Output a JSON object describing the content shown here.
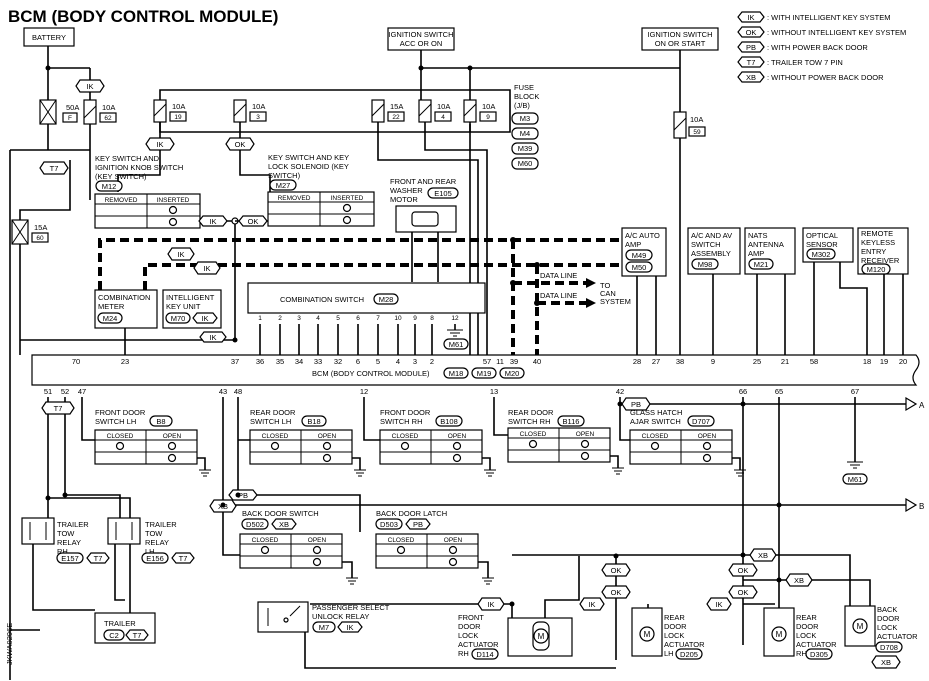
{
  "title": "BCM (BODY CONTROL MODULE)",
  "side_code": "JKWA0296E",
  "legend": [
    {
      "tag": "IK",
      "text": ": WITH INTELLIGENT KEY SYSTEM"
    },
    {
      "tag": "OK",
      "text": ": WITHOUT INTELLIGENT KEY SYSTEM"
    },
    {
      "tag": "PB",
      "text": ": WITH POWER BACK DOOR"
    },
    {
      "tag": "T7",
      "text": ": TRAILER TOW 7 PIN"
    },
    {
      "tag": "XB",
      "text": ": WITHOUT POWER BACK DOOR"
    }
  ],
  "power": {
    "battery": "BATTERY",
    "ign_acc_1": "IGNITION SWITCH",
    "ign_acc_2": "ACC OR ON",
    "ign_on_1": "IGNITION SWITCH",
    "ign_on_2": "ON OR START"
  },
  "fuse_block": {
    "l1": "FUSE",
    "l2": "BLOCK",
    "l3": "(J/B)",
    "connectors": [
      "M3",
      "M4",
      "M39",
      "M60"
    ]
  },
  "fuses": [
    {
      "amp": "50A",
      "no": "F"
    },
    {
      "amp": "10A",
      "no": "62"
    },
    {
      "amp": "10A",
      "no": "19"
    },
    {
      "amp": "10A",
      "no": "3"
    },
    {
      "amp": "15A",
      "no": "22"
    },
    {
      "amp": "10A",
      "no": "4"
    },
    {
      "amp": "10A",
      "no": "9"
    },
    {
      "amp": "10A",
      "no": "59"
    },
    {
      "amp": "15A",
      "no": "60"
    }
  ],
  "key_switch": {
    "l1": "KEY SWITCH AND",
    "l2": "IGNITION KNOB SWITCH",
    "l3": "(KEY SWITCH)",
    "conn": "M12",
    "col1": "REMOVED",
    "col2": "INSERTED"
  },
  "key_lock": {
    "l1": "KEY SWITCH AND KEY",
    "l2": "LOCK SOLENOID (KEY",
    "l3": "SWITCH)",
    "conn": "M27",
    "col1": "REMOVED",
    "col2": "INSERTED"
  },
  "washer": {
    "l1": "FRONT AND REAR",
    "l2": "WASHER",
    "l3": "MOTOR",
    "conn": "E105"
  },
  "combo_meter": {
    "l1": "COMBINATION",
    "l2": "METER",
    "conn": "M24"
  },
  "ikey_unit": {
    "l1": "INTELLIGENT",
    "l2": "KEY UNIT",
    "conn": "M70"
  },
  "combo_switch": {
    "label": "COMBINATION SWITCH",
    "conn": "M28",
    "pins_top": [
      "1",
      "2",
      "3",
      "4",
      "5",
      "6",
      "7",
      "10",
      "9",
      "8",
      "12"
    ]
  },
  "data_line": {
    "l1": "DATA LINE",
    "l2": "DATA LINE",
    "to1": "TO",
    "to2": "CAN",
    "to3": "SYSTEM"
  },
  "ground_top": "M61",
  "ground_right": "M61",
  "ac_auto": {
    "l1": "A/C AUTO",
    "l2": "AMP",
    "conn1": "M49",
    "conn2": "M50"
  },
  "ac_av": {
    "l1": "A/C AND AV",
    "l2": "SWITCH",
    "l3": "ASSEMBLY",
    "conn": "M98"
  },
  "nats": {
    "l1": "NATS",
    "l2": "ANTENNA",
    "l3": "AMP",
    "conn": "M21"
  },
  "optical": {
    "l1": "OPTICAL",
    "l2": "SENSOR",
    "conn": "M302"
  },
  "keyless": {
    "l1": "REMOTE",
    "l2": "KEYLESS",
    "l3": "ENTRY",
    "l4": "RECEIVER",
    "conn": "M120"
  },
  "bcm": {
    "label": "BCM (BODY CONTROL MODULE)",
    "c1": "M18",
    "c2": "M19",
    "c3": "M20"
  },
  "bcm_top_pins": [
    "70",
    "23",
    "37",
    "36",
    "35",
    "34",
    "33",
    "32",
    "6",
    "5",
    "4",
    "3",
    "2",
    "57",
    "11",
    "39",
    "40",
    "28",
    "27",
    "38",
    "9",
    "25",
    "21",
    "58",
    "18",
    "19",
    "20"
  ],
  "bcm_bottom_pins": [
    "51",
    "52",
    "47",
    "43",
    "48",
    "12",
    "13",
    "42",
    "66",
    "65",
    "67"
  ],
  "door_switches": [
    {
      "l1": "FRONT DOOR",
      "l2": "SWITCH LH",
      "conn": "B8",
      "c1": "CLOSED",
      "c2": "OPEN"
    },
    {
      "l1": "REAR DOOR",
      "l2": "SWITCH LH",
      "conn": "B18",
      "c1": "CLOSED",
      "c2": "OPEN"
    },
    {
      "l1": "FRONT DOOR",
      "l2": "SWITCH RH",
      "conn": "B108",
      "c1": "CLOSED",
      "c2": "OPEN"
    },
    {
      "l1": "REAR DOOR",
      "l2": "SWITCH RH",
      "conn": "B116",
      "c1": "CLOSED",
      "c2": "OPEN"
    },
    {
      "l1": "GLASS HATCH",
      "l2": "AJAR SWITCH",
      "conn": "D707",
      "c1": "CLOSED",
      "c2": "OPEN"
    }
  ],
  "back_door_switch": {
    "label": "BACK DOOR SWITCH",
    "conn": "D502",
    "tag": "XB",
    "c1": "CLOSED",
    "c2": "OPEN"
  },
  "back_door_latch": {
    "label": "BACK DOOR LATCH",
    "conn": "D503",
    "tag": "PB",
    "c1": "CLOSED",
    "c2": "OPEN"
  },
  "relay_rh": {
    "l1": "TRAILER",
    "l2": "TOW",
    "l3": "RELAY",
    "l4": "RH",
    "conn": "E157",
    "tag": "T7"
  },
  "relay_lh": {
    "l1": "TRAILER",
    "l2": "TOW",
    "l3": "RELAY",
    "l4": "LH",
    "conn": "E156",
    "tag": "T7"
  },
  "trailer": {
    "label": "TRAILER",
    "conn": "C2",
    "tag": "T7"
  },
  "pass_relay": {
    "l1": "PASSENGER SELECT",
    "l2": "UNLOCK RELAY",
    "conn": "M7",
    "tag": "IK"
  },
  "actuators": [
    {
      "l1": "FRONT",
      "l2": "DOOR",
      "l3": "LOCK",
      "l4": "ACTUATOR",
      "l5": "RH",
      "conn": "D114",
      "motor": "M"
    },
    {
      "l1": "REAR",
      "l2": "DOOR",
      "l3": "LOCK",
      "l4": "ACTUATOR",
      "l5": "LH",
      "conn": "D205",
      "motor": "M"
    },
    {
      "l1": "REAR",
      "l2": "DOOR",
      "l3": "LOCK",
      "l4": "ACTUATOR",
      "l5": "RH",
      "conn": "D305",
      "motor": "M"
    },
    {
      "l1": "BACK",
      "l2": "DOOR",
      "l3": "LOCK",
      "l4": "ACTUATOR",
      "l5": "",
      "conn": "D708",
      "motor": "M",
      "tag": "XB"
    }
  ],
  "offpage": [
    "A",
    "B"
  ],
  "tags": {
    "ik": "IK",
    "ok": "OK",
    "pb": "PB",
    "t7": "T7",
    "xb": "XB"
  }
}
